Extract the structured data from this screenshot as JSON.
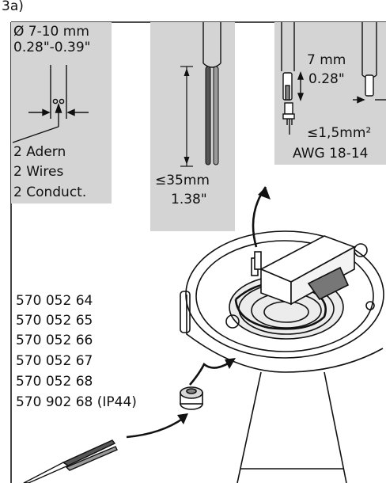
{
  "figure_label": "3a)",
  "cable_panel": {
    "diameter_mm": "Ø 7-10 mm",
    "diameter_in": "0.28\"-0.39\"",
    "wires": [
      "2 Adern",
      "2 Wires",
      "2 Conduct."
    ]
  },
  "strip_panel": {
    "length_mm": "≤35mm",
    "length_in": "1.38\""
  },
  "end_panel": {
    "strip_mm": "7 mm",
    "strip_in": "0.28\"",
    "section_mm2": "≤1,5mm²",
    "awg": "AWG 18-14"
  },
  "part_numbers": [
    "570 052 64",
    "570 052 65",
    "570 052 66",
    "570 052 67",
    "570 052 68",
    "570 902 68 (IP44)"
  ],
  "colors": {
    "panel_gray": "#d4d4d4",
    "line": "#111111",
    "wire_dark": "#555555",
    "wire_light": "#9a9a9a"
  }
}
